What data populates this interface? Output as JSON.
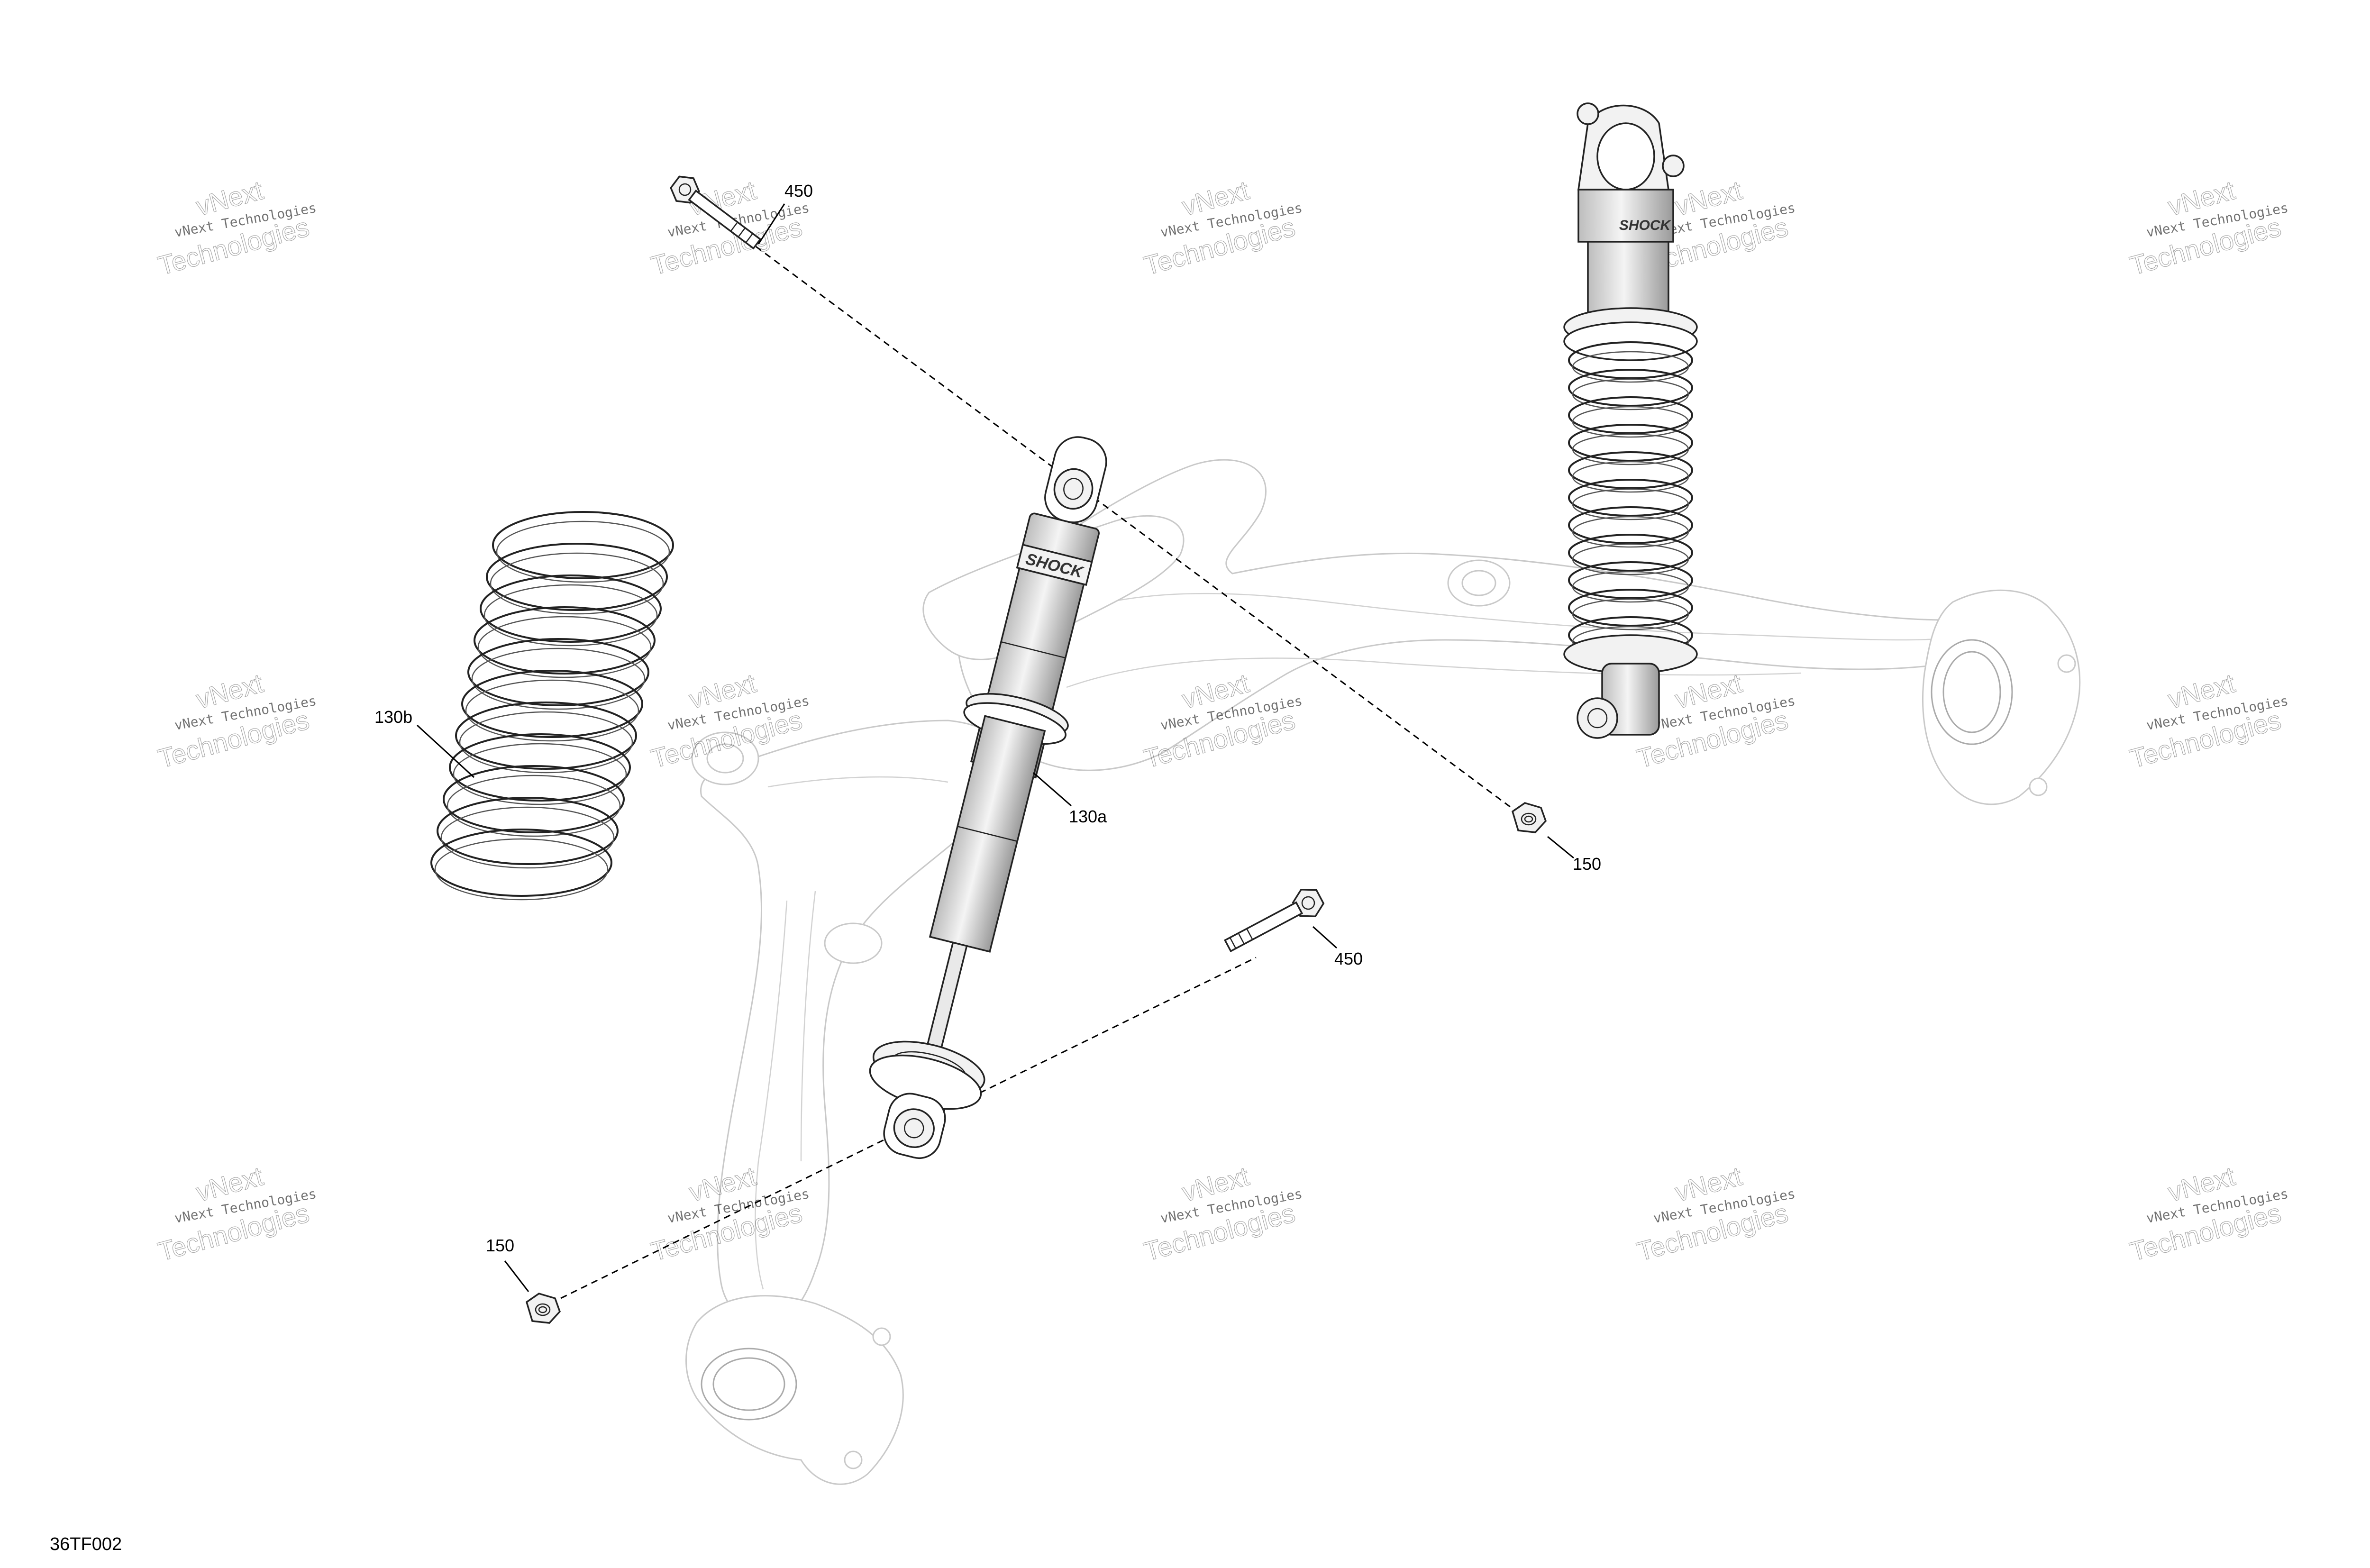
{
  "diagram": {
    "figure_id": "36TF002",
    "callouts": [
      {
        "id": "450-top",
        "text": "450"
      },
      {
        "id": "150-right",
        "text": "150"
      },
      {
        "id": "130a",
        "text": "130a"
      },
      {
        "id": "130b",
        "text": "130b"
      },
      {
        "id": "450-bottom",
        "text": "450"
      },
      {
        "id": "150-left",
        "text": "150"
      }
    ],
    "watermark": {
      "line1": "vNext Technologies",
      "line2": "vNext",
      "line3": "Technologies"
    },
    "shock_logo_text": "SHOCK"
  }
}
